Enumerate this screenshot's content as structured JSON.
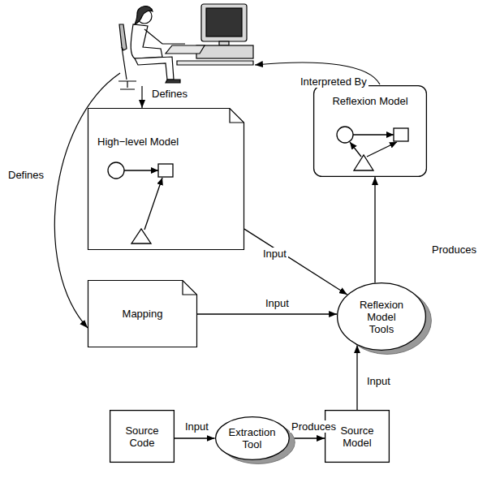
{
  "diagram": {
    "nodes": [
      {
        "text": [
          "High−level Model"
        ]
      },
      {
        "text": [
          "Reflexion Model"
        ]
      },
      {
        "text": [
          "Mapping"
        ]
      },
      {
        "text": [
          "Reflexion Model Tools"
        ]
      },
      {
        "text": [
          "Source Code"
        ]
      },
      {
        "text": [
          "Extraction Tool"
        ]
      },
      {
        "text": [
          "Source Model"
        ]
      }
    ],
    "edges": [
      {
        "from": 0,
        "to": 3,
        "label": "Input",
        "arrow": "to"
      },
      {
        "from": 2,
        "to": 3,
        "label": "Input",
        "arrow": "to"
      },
      {
        "from": 4,
        "to": 5,
        "label": "Input",
        "arrow": "to"
      },
      {
        "from": 5,
        "to": 6,
        "label": "Produces",
        "arrow": "to"
      },
      {
        "from": 6,
        "to": 3,
        "label": "Input",
        "arrow": "to"
      },
      {
        "from": 3,
        "to": 1,
        "label": "Produces",
        "arrow": "to"
      }
    ],
    "labels": [
      "Defines",
      "Defines",
      "Interpreted By"
    ]
  }
}
